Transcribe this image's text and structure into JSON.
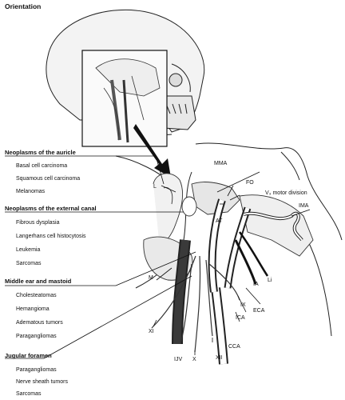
{
  "title": "Orientation",
  "sections": [
    {
      "heading": "Neoplasms of the auricle",
      "items": [
        "Basal cell carcinoma",
        "Squamous cell carcinoma",
        "Melanomas"
      ]
    },
    {
      "heading": "Neoplasms of the external canal",
      "items": [
        "Fibrous dysplasia",
        "Langerhans cell histocytosis",
        "Leukemia",
        "Sarcomas"
      ]
    },
    {
      "heading": "Middle ear and mastoid",
      "items": [
        "Cholesteatomas",
        "Hemangioma",
        "Adematous tumors",
        "Paragangliomas"
      ]
    },
    {
      "heading": "Jugular foramen",
      "items": [
        "Paragangliomas",
        "Nerve sheath tumors",
        "Sarcomas"
      ]
    }
  ],
  "labels": {
    "mma": "MMA",
    "fo": "FO",
    "v3": "V₃ motor division",
    "ima": "IMA",
    "l": "L",
    "at": "AT",
    "m": "M",
    "ia": "IA",
    "li": "Li",
    "ix": "IX",
    "eca": "ECA",
    "ica": "ICA",
    "xi": "XI",
    "cca": "CCA",
    "xii": "XII",
    "ijv": "IJV",
    "x": "X"
  }
}
